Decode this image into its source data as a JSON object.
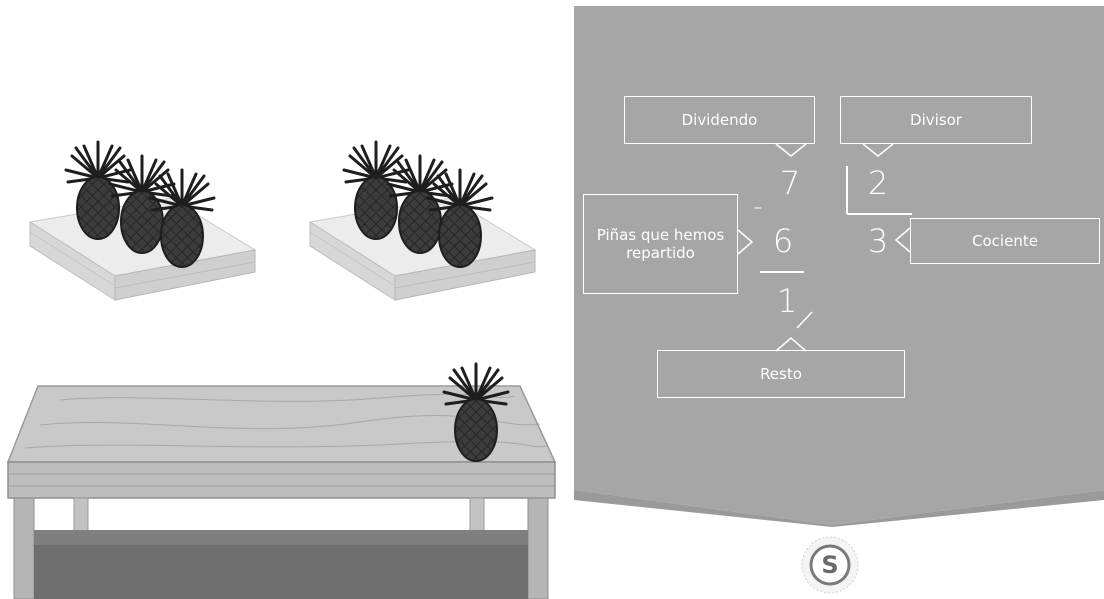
{
  "division": {
    "dividend": "7",
    "divisor": "2",
    "subtracted": "6",
    "minus_sign": "-",
    "quotient": "3",
    "remainder": "1"
  },
  "labels": {
    "dividend": "Dividendo",
    "divisor": "Divisor",
    "subtracted": "Piñas que hemos repartido",
    "quotient": "Cociente",
    "remainder": "Resto"
  },
  "illustration": {
    "crates": [
      {
        "pineapples": 3
      },
      {
        "pineapples": 3
      }
    ],
    "table_pineapples": 1
  },
  "colors": {
    "panel": "#a6a6a6",
    "panel_shadow": "#8f8f8f",
    "pineapple_body": "#3a3a3a",
    "pineapple_leaves": "#222222",
    "crate": "#dcdcdc",
    "table_top": "#c8c8c8",
    "table_shelf": "#6e6e6e"
  },
  "logo": {
    "letter": "S"
  }
}
